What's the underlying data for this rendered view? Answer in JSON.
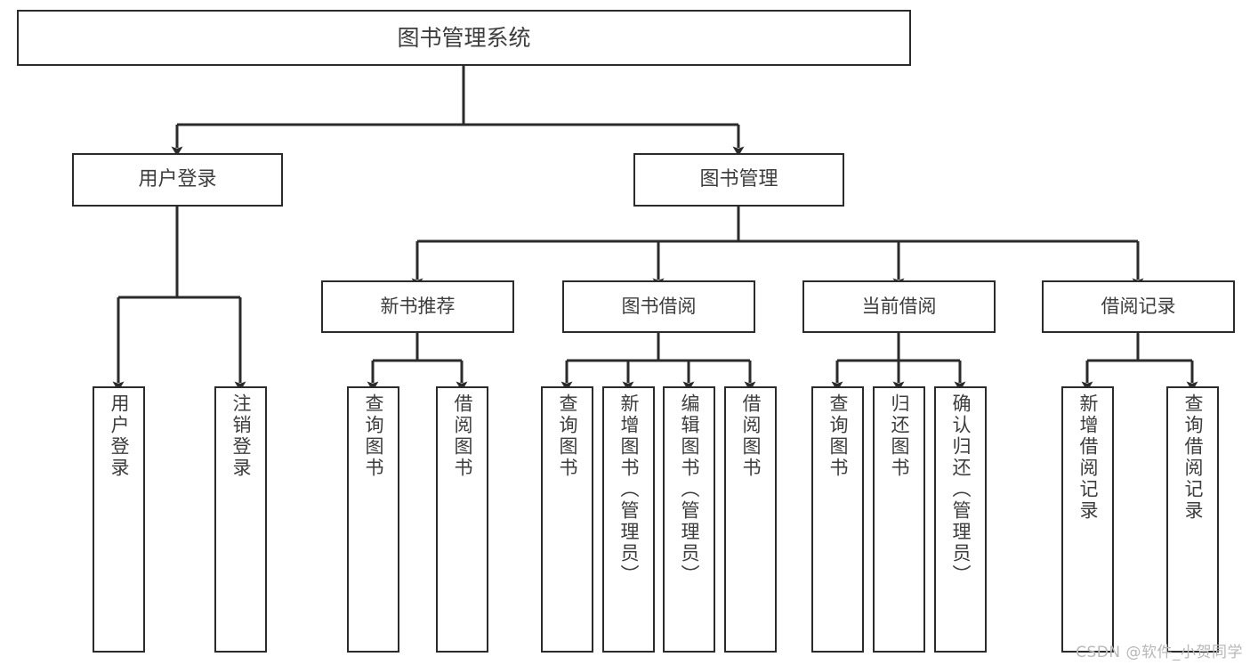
{
  "diagram": {
    "title": "图书管理系统",
    "type": "tree-hierarchy",
    "watermark": "CSDN @软件_小贺同学",
    "edge_color": "#2b2b2b",
    "box_border_color": "#2b2b2b",
    "box_fill_color": "#ffffff",
    "text_color": "#3d3d3d",
    "background": "#ffffff"
  },
  "nodes": {
    "root": {
      "label": "图书管理系统"
    },
    "level1": [
      {
        "id": "user-login",
        "label": "用户登录"
      },
      {
        "id": "book-manage",
        "label": "图书管理"
      }
    ],
    "level2": [
      {
        "id": "new-book-rec",
        "label": "新书推荐"
      },
      {
        "id": "book-borrow",
        "label": "图书借阅"
      },
      {
        "id": "current-borrow",
        "label": "当前借阅"
      },
      {
        "id": "borrow-record",
        "label": "借阅记录"
      }
    ],
    "leaves": {
      "user-login": [
        {
          "id": "leaf-user-login",
          "label": "用户登录"
        },
        {
          "id": "leaf-user-logout",
          "label": "注销登录"
        }
      ],
      "new-book-rec": [
        {
          "id": "leaf-query-book-1",
          "label": "查询图书"
        },
        {
          "id": "leaf-borrow-book-1",
          "label": "借阅图书"
        }
      ],
      "book-borrow": [
        {
          "id": "leaf-query-book-2",
          "label": "查询图书"
        },
        {
          "id": "leaf-add-book",
          "label": "新增图书（管理员）"
        },
        {
          "id": "leaf-edit-book",
          "label": "编辑图书（管理员）"
        },
        {
          "id": "leaf-borrow-book-2",
          "label": "借阅图书"
        }
      ],
      "current-borrow": [
        {
          "id": "leaf-query-book-3",
          "label": "查询图书"
        },
        {
          "id": "leaf-return-book",
          "label": "归还图书"
        },
        {
          "id": "leaf-confirm-return",
          "label": "确认归还（管理员）"
        }
      ],
      "borrow-record": [
        {
          "id": "leaf-add-record",
          "label": "新增借阅记录"
        },
        {
          "id": "leaf-query-record",
          "label": "查询借阅记录"
        }
      ]
    }
  }
}
